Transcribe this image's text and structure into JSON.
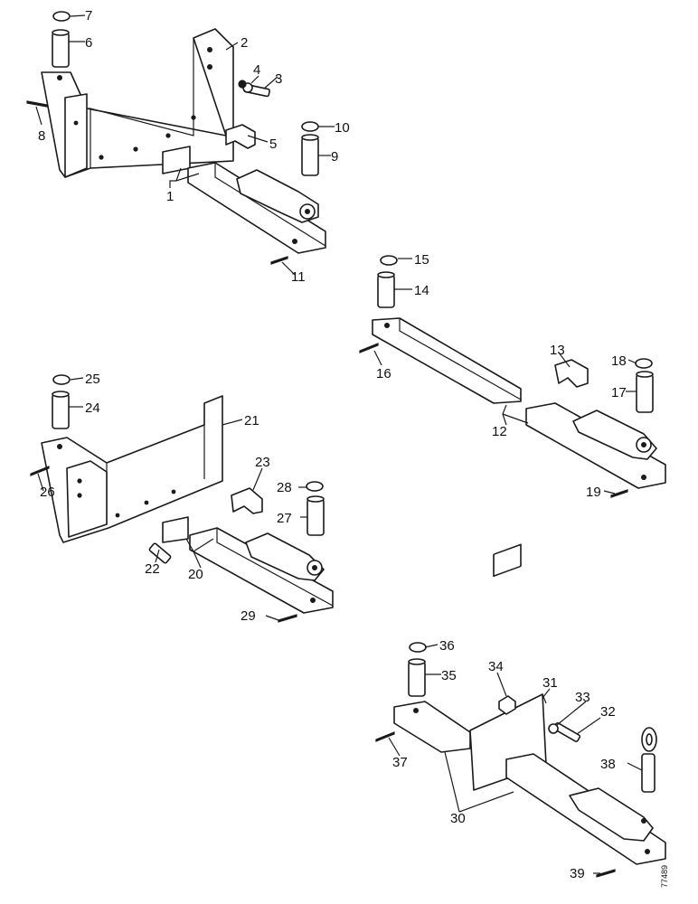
{
  "drawing": {
    "reference": "77489",
    "callouts": [
      {
        "id": "c1",
        "text": "1"
      },
      {
        "id": "c2",
        "text": "2"
      },
      {
        "id": "c3",
        "text": "3"
      },
      {
        "id": "c4",
        "text": "4"
      },
      {
        "id": "c5",
        "text": "5"
      },
      {
        "id": "c6",
        "text": "6"
      },
      {
        "id": "c7",
        "text": "7"
      },
      {
        "id": "c8",
        "text": "8"
      },
      {
        "id": "c9",
        "text": "9"
      },
      {
        "id": "c10",
        "text": "10"
      },
      {
        "id": "c11",
        "text": "11"
      },
      {
        "id": "c12",
        "text": "12"
      },
      {
        "id": "c13",
        "text": "13"
      },
      {
        "id": "c14",
        "text": "14"
      },
      {
        "id": "c15",
        "text": "15"
      },
      {
        "id": "c16",
        "text": "16"
      },
      {
        "id": "c17",
        "text": "17"
      },
      {
        "id": "c18",
        "text": "18"
      },
      {
        "id": "c19",
        "text": "19"
      },
      {
        "id": "c20",
        "text": "20"
      },
      {
        "id": "c21",
        "text": "21"
      },
      {
        "id": "c22",
        "text": "22"
      },
      {
        "id": "c23",
        "text": "23"
      },
      {
        "id": "c24",
        "text": "24"
      },
      {
        "id": "c25",
        "text": "25"
      },
      {
        "id": "c26",
        "text": "26"
      },
      {
        "id": "c27",
        "text": "27"
      },
      {
        "id": "c28",
        "text": "28"
      },
      {
        "id": "c29",
        "text": "29"
      },
      {
        "id": "c30",
        "text": "30"
      },
      {
        "id": "c31",
        "text": "31"
      },
      {
        "id": "c32",
        "text": "32"
      },
      {
        "id": "c33",
        "text": "33"
      },
      {
        "id": "c34",
        "text": "34"
      },
      {
        "id": "c35",
        "text": "35"
      },
      {
        "id": "c36",
        "text": "36"
      },
      {
        "id": "c37",
        "text": "37"
      },
      {
        "id": "c38",
        "text": "38"
      },
      {
        "id": "c39",
        "text": "39"
      }
    ]
  }
}
